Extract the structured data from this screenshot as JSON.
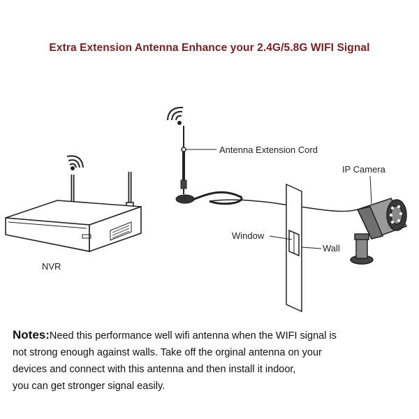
{
  "header": {
    "title": "Extra Extension Antenna Enhance your 2.4G/5.8G WIFI Signal",
    "title_color": "#7a1e1e"
  },
  "diagram": {
    "labels": {
      "antenna_cord": "Antenna Extension Cord",
      "ip_camera": "IP Camera",
      "window": "Window",
      "wall": "Wall",
      "nvr": "NVR"
    },
    "icons": [
      "wifi-signal-icon",
      "nvr-device",
      "magnetic-antenna",
      "wall-panel",
      "ip-camera"
    ]
  },
  "notes": {
    "heading": "Notes:",
    "lines": [
      "Need this performance well wifi antenna when the WIFI signal is",
      "not strong enough against walls. Take off the orginal antenna on your",
      "devices and connect with this antenna and then install it indoor,",
      "you can get stronger signal easily."
    ]
  }
}
